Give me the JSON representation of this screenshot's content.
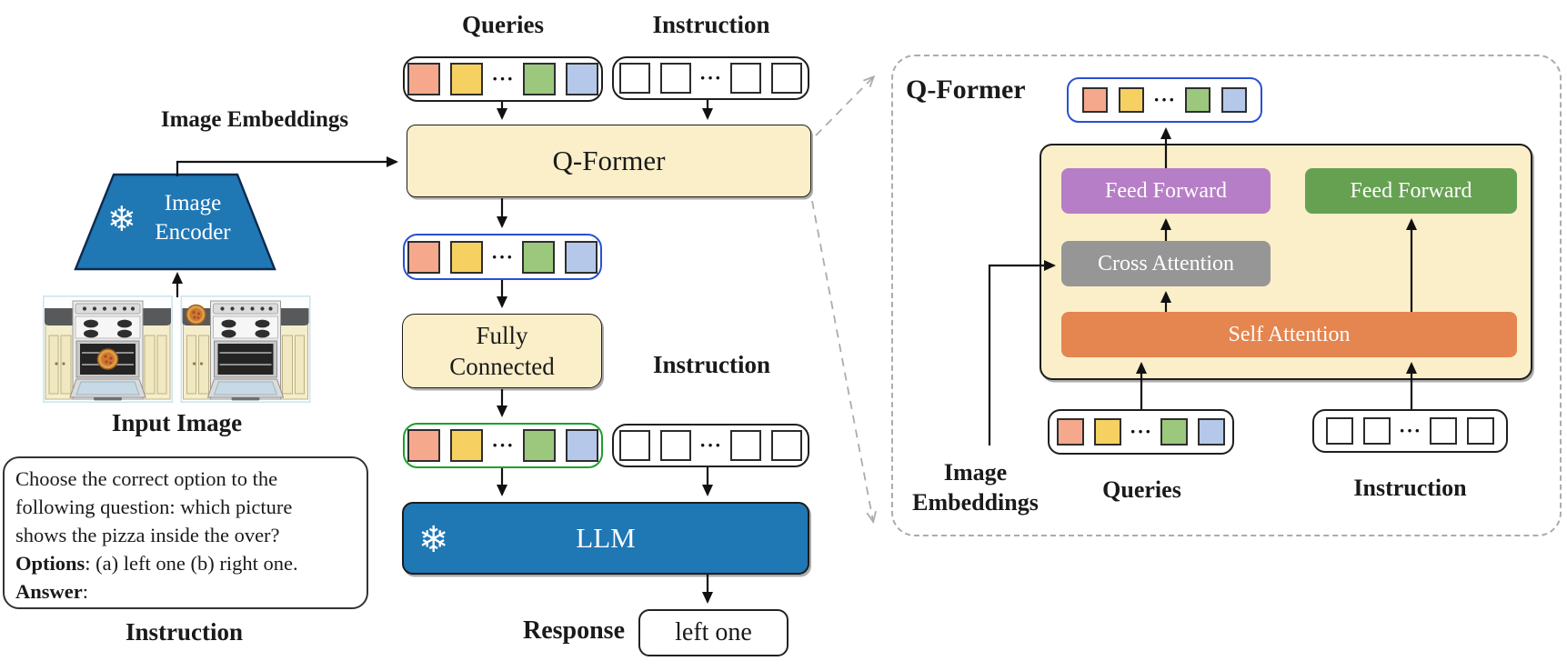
{
  "colors": {
    "cream": "#FAEFC9",
    "blue": "#1F77B4",
    "token-salmon": "#F6A88D",
    "token-yellow": "#F6D161",
    "token-green": "#9CC87E",
    "token-blue": "#B5C8E9",
    "border-blue": "#2850D2",
    "border-green": "#1CA02C",
    "purple": "#B67EC6",
    "ff-green": "#66A152",
    "gray": "#969696",
    "orange": "#E5854F",
    "dash-gray": "#ACACAC",
    "ink": "#1A1A1A"
  },
  "tokens": {
    "ellipsis": "···",
    "colored": [
      "salmon",
      "yellow",
      "ellipsis",
      "green",
      "blue"
    ],
    "plain": [
      "plain",
      "plain",
      "ellipsis",
      "plain",
      "plain"
    ]
  },
  "left": {
    "image_embeddings_label": "Image Embeddings",
    "encoder_line1": "Image",
    "encoder_line2": "Encoder",
    "snowflake": "❄",
    "input_image_label": "Input Image",
    "instruction_caption": "Instruction",
    "prompt": {
      "line1": "Choose the correct option to the",
      "line2": "following question: which picture",
      "line3": "shows the pizza inside the over?",
      "options_label": "Options",
      "options_text": ": (a) left one (b) right one.",
      "answer_label": "Answer",
      "answer_text": ":"
    }
  },
  "middle": {
    "queries_label": "Queries",
    "instruction_label_top": "Instruction",
    "qformer_label": "Q-Former",
    "fully_connected_line1": "Fully",
    "fully_connected_line2": "Connected",
    "instruction_label_mid": "Instruction",
    "llm_label": "LLM",
    "llm_snowflake": "❄",
    "response_label": "Response",
    "response_value": "left one"
  },
  "right": {
    "panel_title": "Q-Former",
    "feed_forward_left": "Feed Forward",
    "feed_forward_right": "Feed Forward",
    "cross_attention": "Cross Attention",
    "self_attention": "Self Attention",
    "image_embeddings_line1": "Image",
    "image_embeddings_line2": "Embeddings",
    "queries_label": "Queries",
    "instruction_label": "Instruction"
  }
}
